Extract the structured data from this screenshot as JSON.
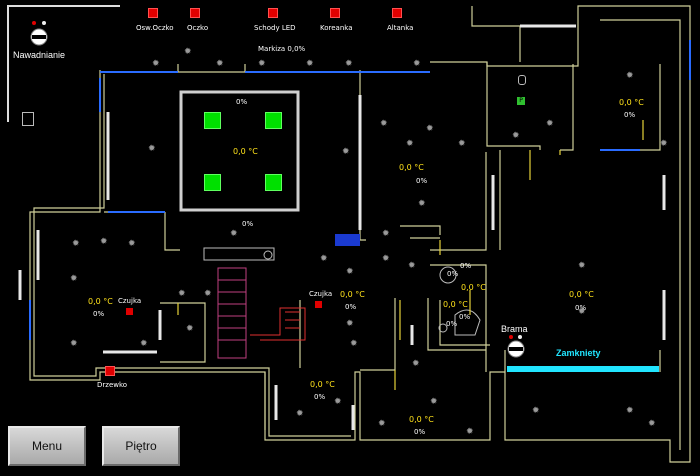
{
  "top_toggles": [
    {
      "label": "Osw.Oczko"
    },
    {
      "label": "Oczko"
    },
    {
      "label": "Schody LED"
    },
    {
      "label": "Koreanka"
    },
    {
      "label": "Altanka"
    }
  ],
  "irrigation": {
    "label": "Nawadnianie"
  },
  "markiza": {
    "label": "Markiza 0,0%"
  },
  "center_room": {
    "dim": "0%",
    "temp": "0,0 °C",
    "dim_bottom": "0%"
  },
  "rooms": [
    {
      "temp": "0,0 °C",
      "pct": "0%"
    },
    {
      "temp": "0,0 °C",
      "pct": "0%"
    },
    {
      "temp": "0,0 °C",
      "pct": "0%"
    },
    {
      "temp": "0,0 °C",
      "pct": "0%"
    },
    {
      "temp": "0,0 °C",
      "pct": "0%"
    },
    {
      "temp": "0,0 °C",
      "pct": "0%"
    },
    {
      "temp": "0,0 °C",
      "pct": "0%"
    },
    {
      "temp": "0,0 °C",
      "pct": "0%"
    },
    {
      "temp": "0,0 °C",
      "pct": "0%"
    }
  ],
  "sensors": [
    {
      "label": "Czujka"
    },
    {
      "label": "Czujka"
    }
  ],
  "drzewko": {
    "label": "Drzewko"
  },
  "gate": {
    "label": "Brama",
    "status": "Zamkniety"
  },
  "small_pct": "0%",
  "small_pct_2": "0%",
  "buttons": {
    "menu": "Menu",
    "floor": "Piętro"
  },
  "colors": {
    "wall": "#d8d8a0",
    "window": "#2a6cff",
    "gate_bar": "#21e5ff",
    "alarm": "#e00000",
    "light_on": "#00e000",
    "temp": "#ffe21a"
  }
}
